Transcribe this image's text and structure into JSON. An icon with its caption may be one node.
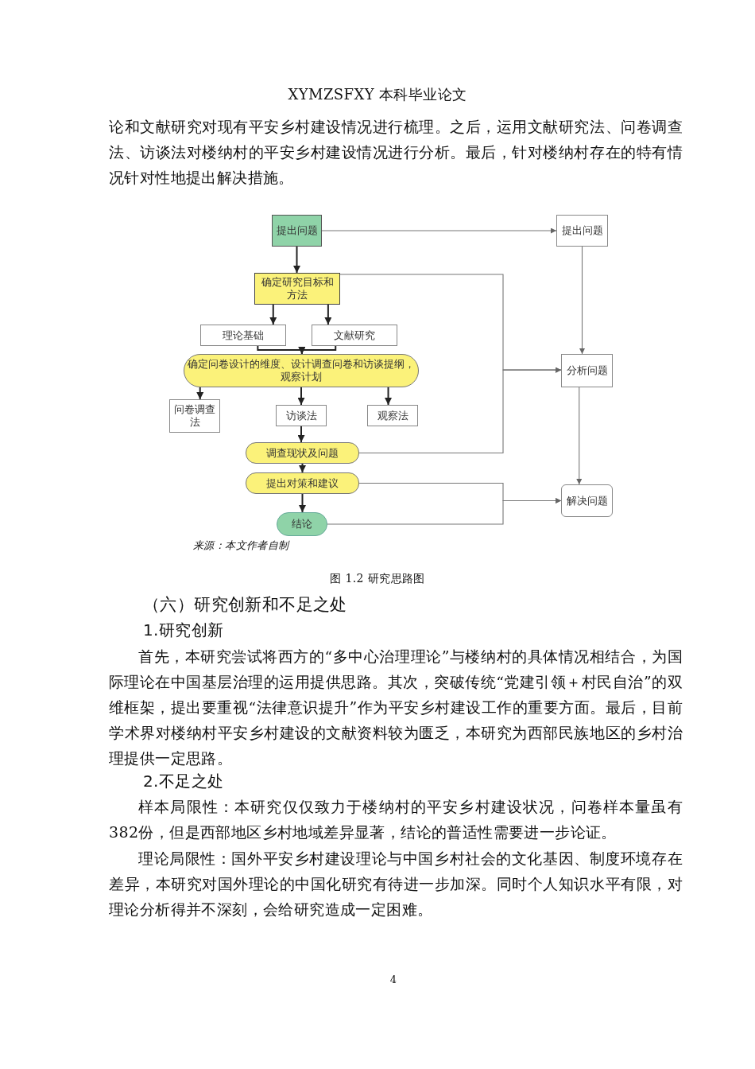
{
  "diagram": {
    "caption": "图 1.2  研究思路图",
    "nodes": [
      {
        "text": [
          "提出问题"
        ]
      },
      {
        "text": [
          "确定研究目标和方法"
        ]
      },
      {
        "text": [
          "理论基础"
        ]
      },
      {
        "text": [
          "文献研究"
        ]
      },
      {
        "text": [
          "确定问卷设计的维度、设计调查问卷和访谈提纲，观察计划"
        ]
      },
      {
        "text": [
          "问卷调查法"
        ]
      },
      {
        "text": [
          "访谈法"
        ]
      },
      {
        "text": [
          "观察法"
        ]
      },
      {
        "text": [
          "调查现状及问题"
        ]
      },
      {
        "text": [
          "提出对策和建议"
        ]
      },
      {
        "text": [
          "结论"
        ]
      },
      {
        "text": [
          "提出问题"
        ]
      },
      {
        "text": [
          "分析问题"
        ]
      },
      {
        "text": [
          "解决问题"
        ]
      }
    ],
    "edges": [
      {
        "from": 0,
        "to": 11,
        "arrow": "to",
        "color": "#777777"
      },
      {
        "from": 0,
        "to": 1,
        "arrow": "to"
      },
      {
        "from": 1,
        "to": 2,
        "arrow": "to"
      },
      {
        "from": 1,
        "to": 3,
        "arrow": "to"
      },
      {
        "from": 2,
        "to": 4,
        "arrow": "to"
      },
      {
        "from": 3,
        "to": 4,
        "arrow": "to"
      },
      {
        "from": 4,
        "to": 5,
        "arrow": "to"
      },
      {
        "from": 4,
        "to": 6,
        "arrow": "to"
      },
      {
        "from": 4,
        "to": 7,
        "arrow": "to"
      },
      {
        "from": 6,
        "to": 8,
        "arrow": "to"
      },
      {
        "from": 8,
        "to": 9,
        "arrow": "to"
      },
      {
        "from": 9,
        "to": 10,
        "arrow": "to"
      },
      {
        "from": 1,
        "to": 12,
        "arrow": "to",
        "color": "#777777"
      },
      {
        "from": 8,
        "to": 12,
        "arrow": "to",
        "color": "#777777"
      },
      {
        "from": 9,
        "to": 13,
        "arrow": "to",
        "color": "#777777"
      },
      {
        "from": 10,
        "to": 13,
        "arrow": "to",
        "color": "#777777"
      },
      {
        "from": 11,
        "to": 12,
        "arrow": "to",
        "color": "#777777"
      },
      {
        "from": 12,
        "to": 13,
        "arrow": "to",
        "color": "#777777"
      }
    ],
    "labels": [
      "XYMZSFXY 本科毕业论文",
      "论和文献研究对现有平安乡村建设情况进行梳理。之后，运用文献研究法、问卷调查法、访谈法对楼纳村的平安乡村建设情况进行分析。最后，针对楼纳村存在的特有情况针对性地提出解决措施。",
      "来源：本文作者自制",
      "（六）研究创新和不足之处",
      "1.研究创新",
      "首先，本研究尝试将西方的“多中心治理理论”与楼纳村的具体情况相结合，为国际理论在中国基层治理的运用提供思路。其次，突破传统“党建引领＋村民自治”的双维框架，提出要重视“法律意识提升”作为平安乡村建设工作的重要方面。最后，目前学术界对楼纳村平安乡村建设的文献资料较为匮乏，本研究为西部民族地区的乡村治理提供一定思路。",
      "2.不足之处",
      "样本局限性：本研究仅仅致力于楼纳村的平安乡村建设状况，问卷样本量虽有382份，但是西部地区乡村地域差异显著，结论的普适性需要进一步论证。",
      "理论局限性：国外平安乡村建设理论与中国乡村社会的文化基因、制度环境存在差异，本研究对国外理论的中国化研究有待进一步加深。同时个人知识水平有限，对理论分析得并不深刻，会给研究造成一定困难。",
      "4"
    ]
  }
}
